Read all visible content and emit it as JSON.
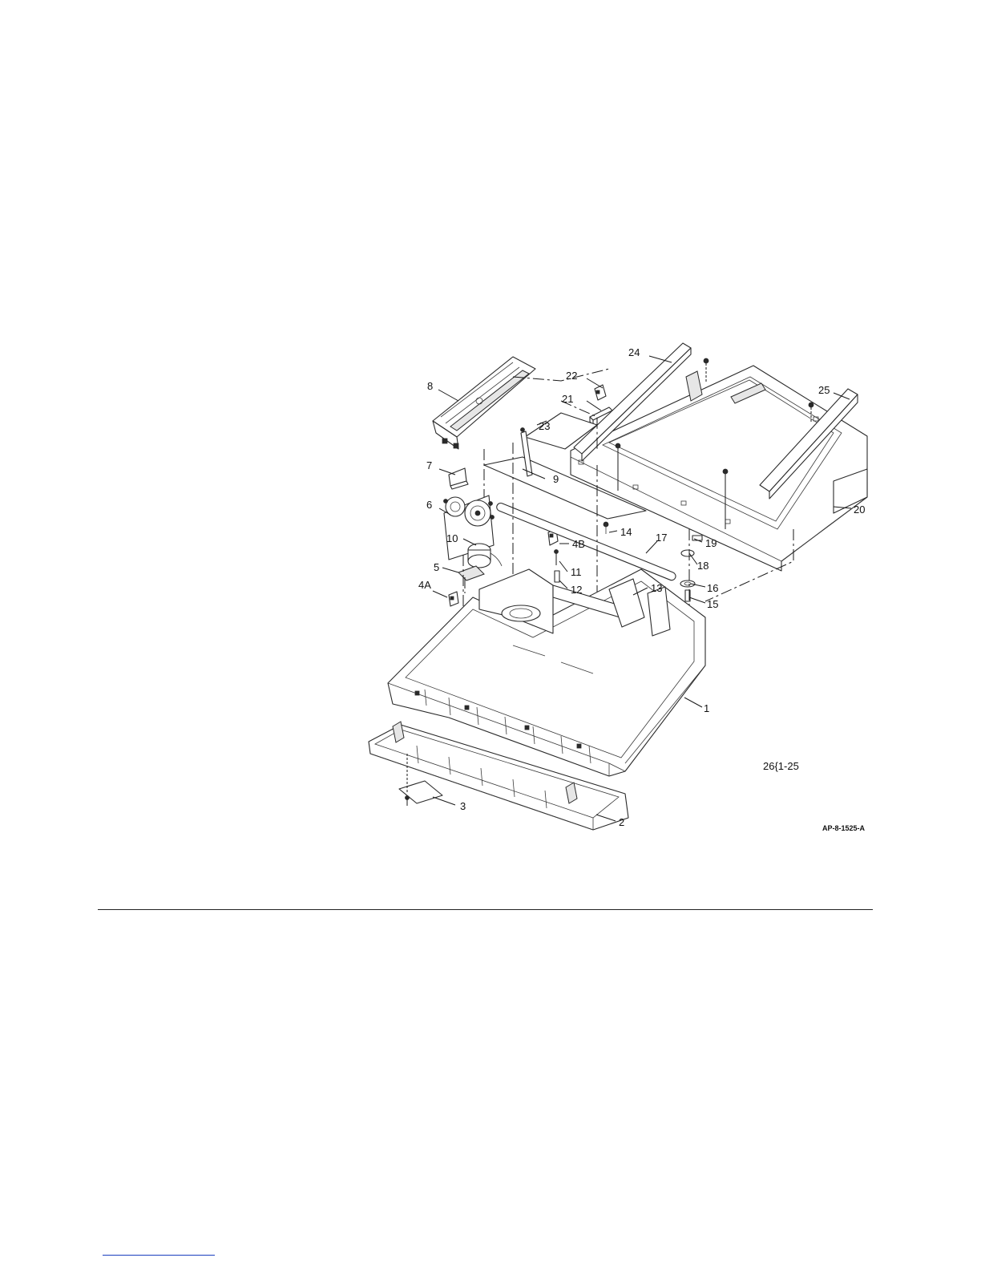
{
  "figure": {
    "callouts": {
      "c1": "1",
      "c2": "2",
      "c3": "3",
      "c4a": "4A",
      "c4b": "4B",
      "c5": "5",
      "c6": "6",
      "c7": "7",
      "c8": "8",
      "c9": "9",
      "c10": "10",
      "c11": "11",
      "c12": "12",
      "c13": "13",
      "c14": "14",
      "c15": "15",
      "c16": "16",
      "c17": "17",
      "c18": "18",
      "c19": "19",
      "c20": "20",
      "c21": "21",
      "c22": "22",
      "c23": "23",
      "c24": "24",
      "c25": "25"
    },
    "assembly_ref": "26{1-25",
    "figure_id": "AP-8-1525-A"
  }
}
